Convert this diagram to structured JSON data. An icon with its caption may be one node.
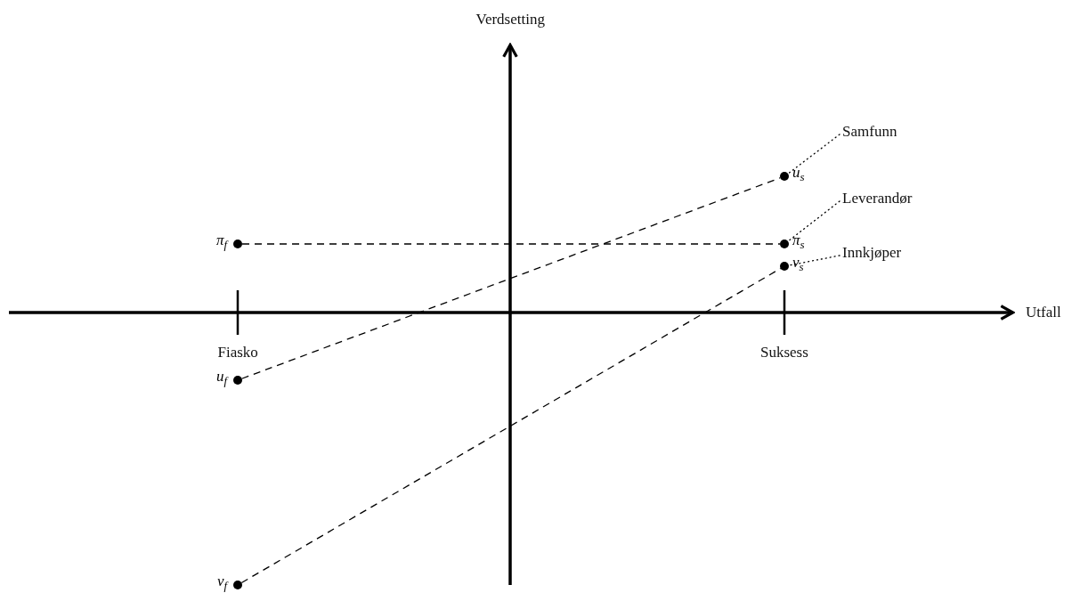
{
  "diagram": {
    "nodes": [
      {
        "text": [
          "Samfunn"
        ]
      },
      {
        "text": [
          "u$_{s}$"
        ]
      },
      {
        "text": [
          "Leverandør"
        ]
      },
      {
        "text": [
          "π$_{s}$"
        ]
      },
      {
        "text": [
          "Innkjøper"
        ]
      },
      {
        "text": [
          "v$_{s}$"
        ]
      },
      {
        "text": [
          "π$_{f}$"
        ]
      },
      {
        "text": [
          "u$_{f}$"
        ]
      },
      {
        "text": [
          "v$_{f}$"
        ]
      }
    ],
    "edges": [
      {
        "from": 0,
        "to": 1,
        "arrow": "none"
      },
      {
        "from": 2,
        "to": 3,
        "arrow": "none"
      },
      {
        "from": 4,
        "to": 5,
        "arrow": "none"
      },
      {
        "from": 6,
        "to": 3,
        "arrow": "none",
        "style": "dashed"
      },
      {
        "from": 7,
        "to": 1,
        "arrow": "none",
        "style": "dashed"
      },
      {
        "from": 8,
        "to": 5,
        "arrow": "none",
        "style": "dashed"
      }
    ],
    "labels": [
      "Verdsetting",
      "Utfall",
      "Fiasko",
      "Suksess"
    ]
  }
}
